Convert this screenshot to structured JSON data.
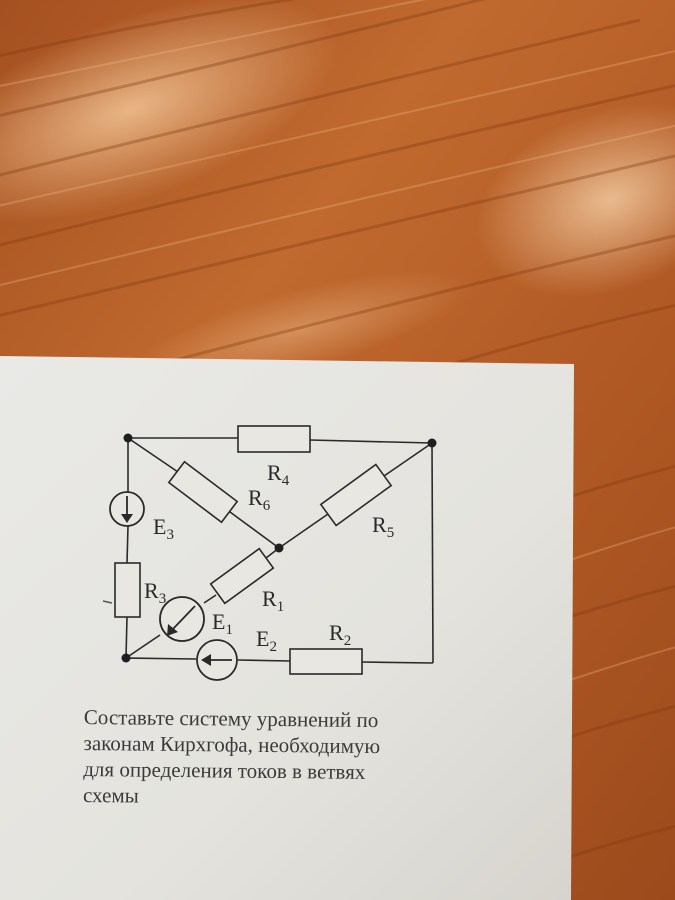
{
  "colors": {
    "wood_dark": "#8f4218",
    "wood_mid": "#b8632c",
    "wood_light": "#e2a06a",
    "paper": "#e7e6e1",
    "ink": "#2a2a2a"
  },
  "circuit": {
    "labels": {
      "R4": {
        "base": "R",
        "sub": "4"
      },
      "R6": {
        "base": "R",
        "sub": "6"
      },
      "R5": {
        "base": "R",
        "sub": "5"
      },
      "E3": {
        "base": "E",
        "sub": "3"
      },
      "R3": {
        "base": "R",
        "sub": "3"
      },
      "R1": {
        "base": "R",
        "sub": "1"
      },
      "E1": {
        "base": "E",
        "sub": "1"
      },
      "E2": {
        "base": "E",
        "sub": "2"
      },
      "R2": {
        "base": "R",
        "sub": "2"
      }
    }
  },
  "caption": {
    "lines": [
      "Составьте систему уравнений по",
      "законам Кирхгофа, необходимую",
      "для определения токов в ветвях",
      "схемы"
    ]
  }
}
